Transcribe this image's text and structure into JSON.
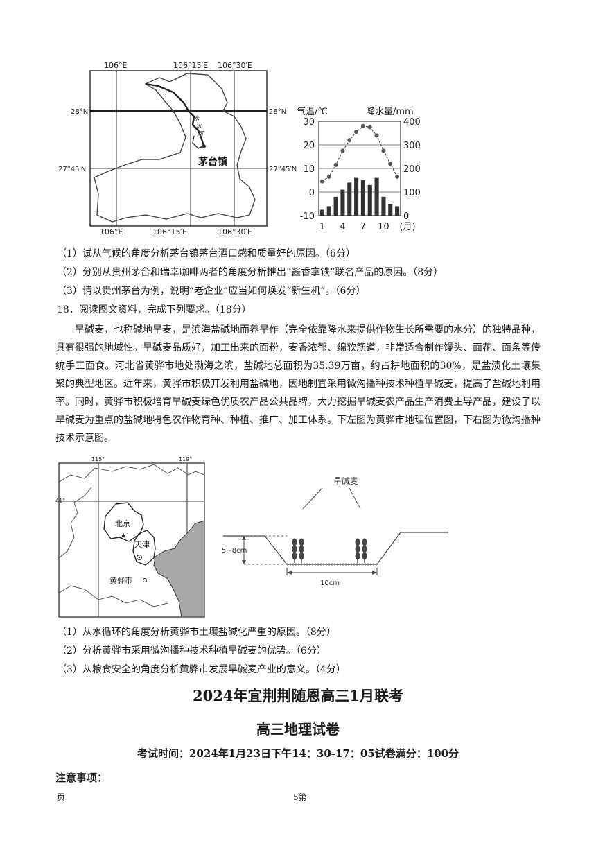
{
  "map1": {
    "lon_top": [
      "106°E",
      "106°15′E",
      "106°30′E"
    ],
    "lon_bottom": [
      "106°E",
      "106°15′E",
      "106°30′E"
    ],
    "lat_28_left": "28°N",
    "lat_28_right": "28°N",
    "lat_2745_left": "27°45′N",
    "lat_2745_right": "27°45′N",
    "river_label": "赤水河",
    "town_label": "茅台镇"
  },
  "chart_data": {
    "type": "bar+line",
    "categories": [
      1,
      2,
      3,
      4,
      5,
      6,
      7,
      8,
      9,
      10,
      11,
      12
    ],
    "series": [
      {
        "name": "气温",
        "type": "line",
        "unit": "℃",
        "values": [
          4.5,
          6.5,
          11.5,
          17.5,
          22.0,
          25.5,
          28.0,
          27.5,
          24.0,
          17.5,
          12.0,
          6.5
        ]
      },
      {
        "name": "降水量",
        "type": "bar",
        "unit": "mm",
        "values": [
          25,
          40,
          80,
          110,
          140,
          160,
          150,
          130,
          160,
          80,
          50,
          40
        ]
      }
    ],
    "ylabel_left": "气温/℃",
    "ylabel_right": "降水量/mm",
    "xlabel": "(月)",
    "ylim_left": [
      -10,
      30
    ],
    "ylim_right": [
      0,
      400
    ],
    "yticks_left": [
      "30",
      "20",
      "10",
      "0",
      "-10"
    ],
    "yticks_right": [
      "400",
      "300",
      "200",
      "100",
      "0"
    ],
    "xticks": [
      "1",
      "4",
      "7",
      "10",
      "(月)"
    ]
  },
  "q17": [
    "（1）试从气候的角度分析茅台镇茅台酒口感和质量好的原因。（6分）",
    "（2）分别从贵州茅台和瑞幸咖啡两者的角度分析推出“酱香拿铁”联名产品的原因。（8分）",
    "（3）请以贵州茅台为例，说明“老企业”应当如何焕发“新生机”。（6分）"
  ],
  "q18_head": "18．阅读图文资料，完成下列要求。（18分）",
  "q18_para": "旱碱麦，也称碱地旱麦，是滨海盐碱地而养旱作（完全依靠降水来提供作物生长所需要的水分）的独特品种，具有很强的地域性。旱碱麦品质好，加工出来的面粉，麦香浓郁、绵软筋道，非常适合制作馒头、面花、面条等传统手工面食。河北省黄骅市地处渤海之滨，盐碱地总面积为35.39万亩，约占耕地面积的30%，是盐渍化土壤集聚的典型地区。近年来，黄骅市积极开发利用盐碱地，因地制宜采用微沟播种技术种植旱碱麦，提高了盐碱地利用率。同时，黄骅市积极培育旱碱麦绿色优质农产品公共品牌，大力挖掘旱碱麦农产品生产消费主导产品，建设了以旱碱麦为重点的盐碱地特色农作物育种、种植、推广、加工体系。下左图为黄骅市地理位置图，下右图为微沟播种技术示意图。",
  "map2": {
    "lon1": "115°",
    "lon2": "119°",
    "lat1": "41°",
    "beijing": "北京",
    "tianjin": "天津",
    "huanghua": "黄骅市"
  },
  "diagram": {
    "crop_label": "旱碱麦",
    "depth_label": "5~8cm",
    "width_label": "10cm"
  },
  "q18": [
    "（1）从水循环的角度分析黄骅市土壤盐碱化严重的原因。（8分）",
    "（2）分析黄骅市采用微沟播种技术种植旱碱麦的优势。（6分）",
    "（3）从粮食安全的角度分析黄骅市发展旱碱麦产业的意义。（4分）"
  ],
  "exam_title": "2024年宜荆荆随恩高三1月联考",
  "exam_subtitle": "高三地理试卷",
  "exam_info": "考试时间：2024年1月23日下午14：30-17：05试卷满分：100分",
  "notice": "注意事项：",
  "footer_left": "页",
  "footer_center": "5第"
}
